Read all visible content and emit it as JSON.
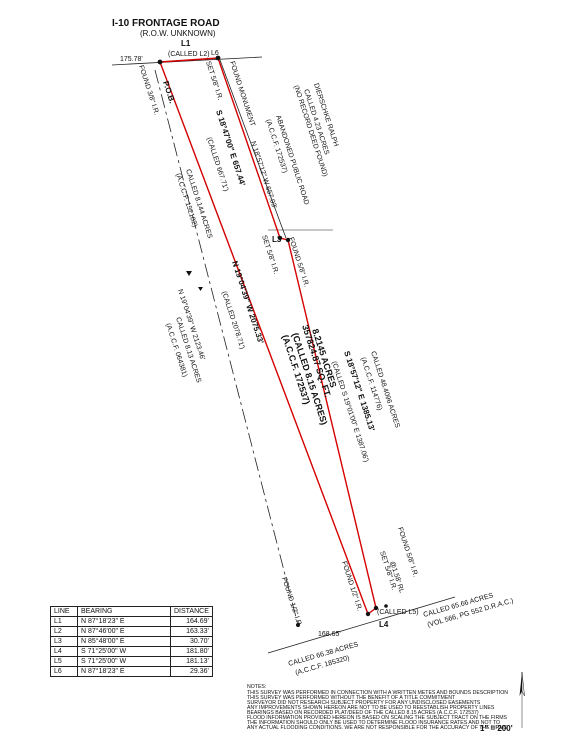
{
  "road": {
    "name": "I-10 FRONTAGE ROAD",
    "row": "(R.O.W. UNKNOWN)"
  },
  "top": {
    "distance": "175.78'",
    "l1": "L1",
    "called_l2": "(CALLED L2)",
    "l6": "L6"
  },
  "pob": "P.O.B.",
  "found_3_8": "FOUND 3/8\" I.R.",
  "set_5_8_top": "SET 5/8\" I.R.",
  "found_monument": "FOUND MONUMENT",
  "west_line": {
    "bearing": "S 18°47'00\" E   657.44'",
    "called": "(CALLED 667.71')"
  },
  "abandoned_road": {
    "l1": "ABANDONED PUBLIC ROAD",
    "l2": "(A.C.C.F. 172537)",
    "bearing": "N 18°57'12\" W   657.03'"
  },
  "dierschke": {
    "l1": "DIERSCHKE RALPH",
    "l2": "CALLED 4.23 ACRES",
    "l3": "(NO RECORD DEED FOUND)"
  },
  "west_adj": {
    "l1": "CALLED 8.144 ACRES",
    "l2": "(A.C.C.F. 152102)"
  },
  "mid_set": "SET 5/8\" I.R.",
  "mid_found": "FOUND 5/8\" I.R.",
  "l3": "L3",
  "east_line": {
    "bearing": "S 18°57'12\" E   1385.13'",
    "called": "(CALLED S 19°01'00\" E 1387.06')"
  },
  "east_adj": {
    "l1": "CALLED 48.4096 ACRES",
    "l2": "(A.C.C.F. 114776)"
  },
  "subject": {
    "l1": "8.2145 ACRES",
    "l2": "357824.87 SQ. FT.",
    "l3": "(CALLED 8.15 ACRES)",
    "l4": "(A.C.C.F. 172537)"
  },
  "center_line": {
    "bearing": "N 19°04'39\" W   2075.33'",
    "called": "(CALLED 2078.71')"
  },
  "left_dash": "N 19°04'39\" W   2123.46'",
  "left_adj": {
    "l1": "CALLED 8.13 ACRES",
    "l2": "(A.C.C.F. 064381)"
  },
  "bottom_right": {
    "found": "FOUND 5/8\" I.R.",
    "found2": "@1.58' RL",
    "set": "SET 5/8\" I.R."
  },
  "bottom_found_half_a": "FOUND 1/2\" I.R.",
  "bottom_found_half_b": "FOUND 1/2\" I.R.",
  "bottom_called_l5": "(CALLED L5)",
  "l4": "L4",
  "bottom_dist": "168.65'",
  "bottom_left_adj": {
    "l1": "CALLED 66.38 ACRES",
    "l2": "(A.C.C.F. 185320)"
  },
  "bottom_right_adj": {
    "l1": "CALLED 65.66 ACRES",
    "l2": "(VOL 566, PG 552 D.R.A.C.)"
  },
  "table": {
    "headers": [
      "LINE",
      "BEARING",
      "DISTANCE"
    ],
    "rows": [
      [
        "L1",
        "N 87°18'23\" E",
        "164.69'"
      ],
      [
        "L2",
        "N 87°46'00\" E",
        "163.33'"
      ],
      [
        "L3",
        "N 85°48'00\" E",
        "30.70'"
      ],
      [
        "L4",
        "S 71°25'00\" W",
        "181.80'"
      ],
      [
        "L5",
        "S 71°25'00\" W",
        "181.13'"
      ],
      [
        "L6",
        "N 87°18'23\" E",
        "29.36'"
      ]
    ]
  },
  "notes": {
    "title": "NOTES:",
    "lines": [
      "THIS SURVEY WAS PERFORMED IN CONNECTION WITH A WRITTEN METES AND BOUNDS DESCRIPTION",
      "THIS SURVEY WAS PERFORMED WITHOUT THE BENEFIT OF A TITLE COMMITMENT",
      "SURVEYOR DID NOT RESEARCH SUBJECT PROPERTY FOR ANY UNDISCLOSED EASEMENTS",
      "ANY IMPROVEMENTS SHOWN HEREON ARE NOT TO BE USED TO REESTABLISH PROPERTY LINES",
      "BEARINGS BASED ON RECORDED PLAT/DEED OF THE CALLED 8.15 ACRES (A.C.C.F. 172537)",
      "FLOOD INFORMATION PROVIDED HEREON IS BASED ON SCALING THE SUBJECT TRACT ON THE FIRMS",
      "THE INFORMATION SHOULD ONLY BE USED TO DETERMINE FLOOD INSURANCE RATES AND NOT TO",
      "ANY ACTUAL FLOODING CONDITIONS. WE ARE NOT RESPONSIBLE FOR THE ACCURACY OF THE FIRMS"
    ]
  },
  "scale": "1\" = 200'",
  "colors": {
    "boundary": "#d40000",
    "linework": "#222222"
  }
}
